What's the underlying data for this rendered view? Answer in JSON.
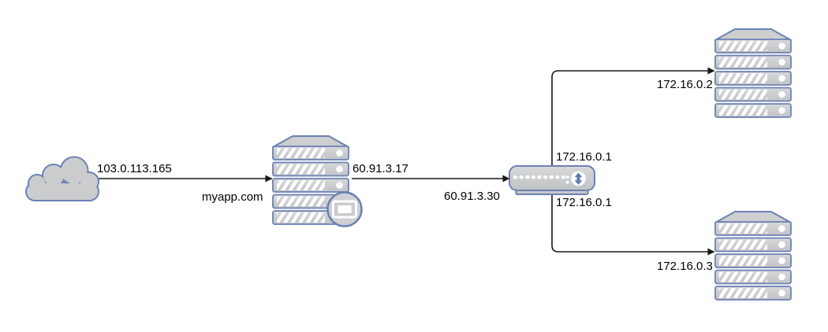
{
  "diagram": {
    "type": "network-topology",
    "background": "#ffffff",
    "colors": {
      "node_fill": "#cbcccf",
      "node_fill_light": "#d7d8da",
      "node_stroke": "#6b80b4",
      "hatch": "#ffffff",
      "edge": "#1a1a1a",
      "text": "#000000"
    },
    "icons": {
      "cloud": "cloud-icon",
      "web_server": "rack-server-icon",
      "web_server_badge": "monitor-badge-icon",
      "switch": "network-switch-icon",
      "backend_server_top": "rack-server-icon",
      "backend_server_bottom": "rack-server-icon"
    },
    "labels": {
      "internet_ip": "103.0.113.165",
      "hostname": "myapp.com",
      "web_server_wan_ip": "60.91.3.17",
      "switch_uplink_ip": "60.91.3.30",
      "switch_lan_ip_top": "172.16.0.1",
      "switch_lan_ip_bottom": "172.16.0.1",
      "backend_server_top_ip": "172.16.0.2",
      "backend_server_bottom_ip": "172.16.0.3"
    }
  }
}
